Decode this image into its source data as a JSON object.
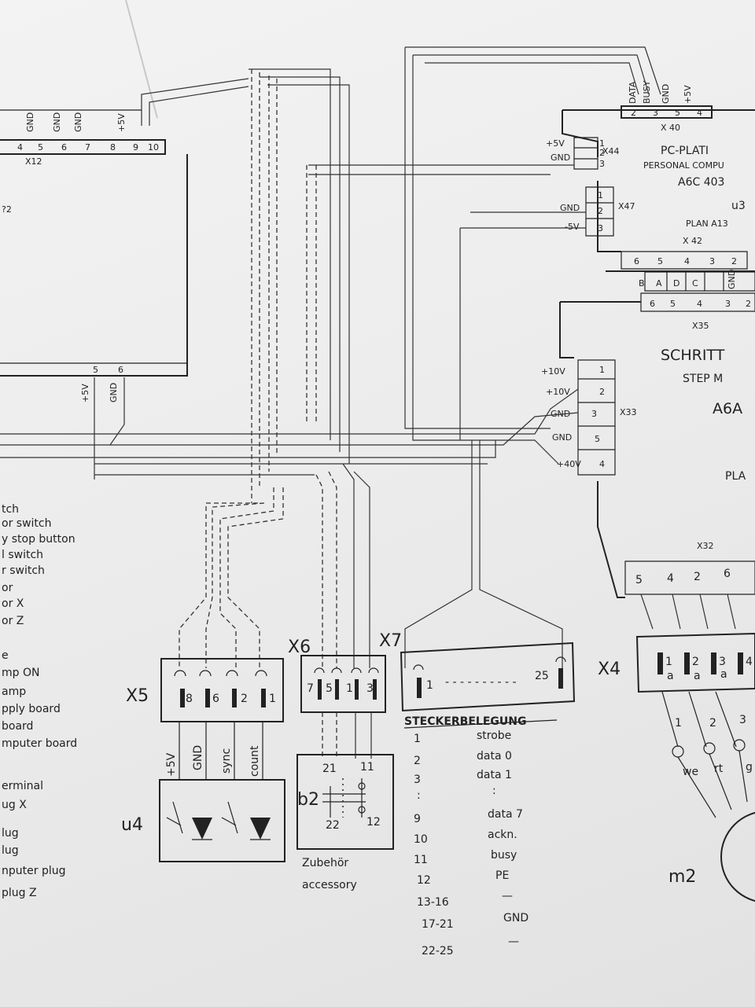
{
  "top_left": {
    "pin_sigs": [
      "GND",
      "GND",
      "GND",
      "+5V"
    ],
    "pins": [
      "4",
      "5",
      "6",
      "7",
      "8",
      "9",
      "10"
    ],
    "connector": "X12",
    "frag": "?2"
  },
  "pc_board": {
    "title": "PC-PLATI",
    "subtitle": "PERSONAL COMPU",
    "code": "A6C 403",
    "ref": "u3",
    "plan": "PLAN A13",
    "x40_label": "X 40",
    "x40_pins": [
      "2",
      "3",
      "5",
      "4"
    ],
    "x40_sigs": [
      "DATA",
      "BUSY",
      "GND",
      "+5V"
    ],
    "x44_label": "X44",
    "x44_sigs": [
      "+5V",
      "GND"
    ],
    "x44_pins": [
      "1",
      "2",
      "3"
    ],
    "x47_label": "X47",
    "x47_sigs": [
      "GND",
      "-5V"
    ],
    "x47_pins": [
      "1",
      "2",
      "3"
    ],
    "x42_label": "X 42",
    "x42_pins": [
      "6",
      "5",
      "4",
      "3",
      "2"
    ],
    "sig_row": [
      "B",
      "A",
      "D",
      "C",
      "GND"
    ],
    "x35_pins": [
      "6",
      "5",
      "4",
      "3",
      "2"
    ],
    "x35_label": "X35"
  },
  "step_board": {
    "title": "SCHRITT",
    "subtitle": "STEP M",
    "code": "A6A",
    "plan": "PLA",
    "x33_label": "X33",
    "x33_sigs": [
      "+10V",
      "+10V",
      "GND",
      "GND",
      "+40V"
    ],
    "x33_pins": [
      "1",
      "2",
      "3",
      "5",
      "4"
    ],
    "x32_label": "X32",
    "x32_pins": [
      "5",
      "4",
      "2",
      "6"
    ]
  },
  "left_board": {
    "pins": [
      "5",
      "6"
    ],
    "sigs": [
      "+5V",
      "GND"
    ]
  },
  "legend": [
    "tch",
    "or switch",
    "y stop button",
    "l switch",
    "r switch",
    "or",
    "or  X",
    "or  Z",
    "e",
    "mp  ON",
    "amp",
    "pply board",
    "board",
    "mputer board",
    "erminal",
    "ug  X",
    "lug",
    "lug",
    "nputer plug",
    "plug  Z"
  ],
  "x5": {
    "label": "X5",
    "pins": [
      "8",
      "6",
      "2",
      "1"
    ],
    "sigs": [
      "+5V",
      "GND",
      "sync",
      "count"
    ],
    "ref": "u4"
  },
  "x6": {
    "label": "X6",
    "pins": [
      "7",
      "5",
      "1",
      "3"
    ]
  },
  "b2": {
    "label": "b2",
    "pins": [
      "21",
      "11",
      "22",
      "12"
    ],
    "caption_de": "Zubehör",
    "caption_en": "accessory"
  },
  "x7": {
    "label": "X7",
    "pin_first": "1",
    "pin_last": "25",
    "dots": "- - - - - - - - - -"
  },
  "pin_assign": {
    "heading": "STECKERBELEGUNG",
    "rows": [
      {
        "pin": "1",
        "sig": "strobe"
      },
      {
        "pin": "2",
        "sig": "data  0"
      },
      {
        "pin": "3",
        "sig": "data  1"
      },
      {
        "pin": ":",
        "sig": ":"
      },
      {
        "pin": "9",
        "sig": "data  7"
      },
      {
        "pin": "10",
        "sig": "ackn."
      },
      {
        "pin": "11",
        "sig": "busy"
      },
      {
        "pin": "12",
        "sig": "PE"
      },
      {
        "pin": "13-16",
        "sig": "—"
      },
      {
        "pin": "17-21",
        "sig": "GND"
      },
      {
        "pin": "22-25",
        "sig": "—"
      }
    ]
  },
  "x4": {
    "label": "X4",
    "pins": [
      "1",
      "2",
      "3",
      "4"
    ],
    "sub": "a",
    "wires": [
      "1",
      "2",
      "3"
    ],
    "colors": [
      "we",
      "rt",
      "g"
    ],
    "motor": "m2"
  }
}
